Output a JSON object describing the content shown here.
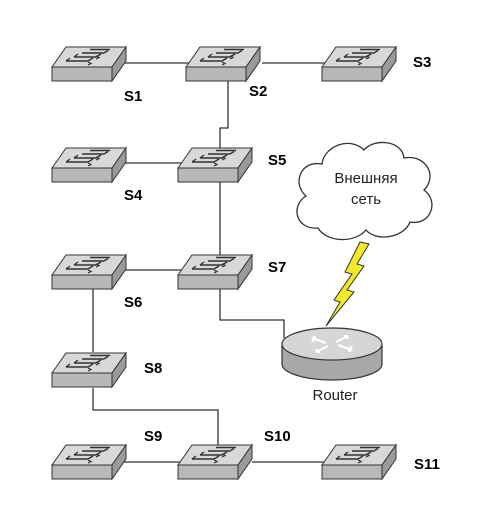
{
  "diagram": {
    "switches": [
      {
        "id": "s1",
        "label": "S1"
      },
      {
        "id": "s2",
        "label": "S2"
      },
      {
        "id": "s3",
        "label": "S3"
      },
      {
        "id": "s4",
        "label": "S4"
      },
      {
        "id": "s5",
        "label": "S5"
      },
      {
        "id": "s6",
        "label": "S6"
      },
      {
        "id": "s7",
        "label": "S7"
      },
      {
        "id": "s8",
        "label": "S8"
      },
      {
        "id": "s9",
        "label": "S9"
      },
      {
        "id": "s10",
        "label": "S10"
      },
      {
        "id": "s11",
        "label": "S11"
      }
    ],
    "router": {
      "label": "Router"
    },
    "cloud": {
      "line1": "Внешняя",
      "line2": "сеть"
    },
    "links": [
      [
        "S1",
        "S2"
      ],
      [
        "S2",
        "S3"
      ],
      [
        "S2",
        "S5"
      ],
      [
        "S4",
        "S5"
      ],
      [
        "S5",
        "S7"
      ],
      [
        "S6",
        "S7"
      ],
      [
        "S6",
        "S8"
      ],
      [
        "S7",
        "Router"
      ],
      [
        "S8",
        "S10"
      ],
      [
        "S9",
        "S10"
      ],
      [
        "S10",
        "S11"
      ],
      [
        "Router",
        "Внешняя сеть"
      ]
    ]
  }
}
